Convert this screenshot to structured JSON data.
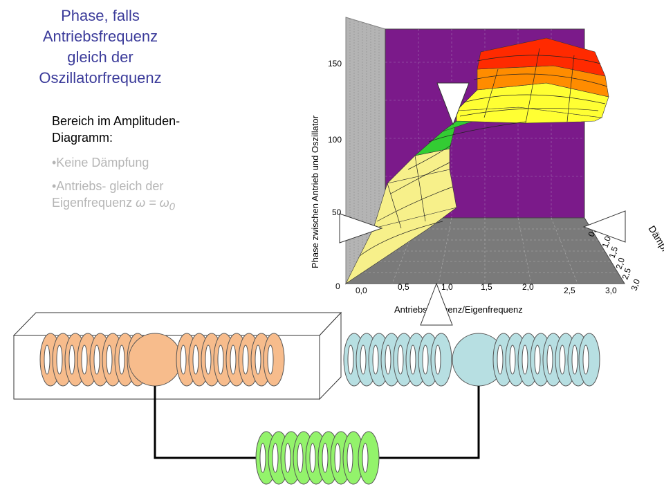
{
  "title_lines": [
    "Phase, falls",
    "Antriebsfrequenz",
    "gleich der",
    "Oszillatorfrequenz"
  ],
  "text_block": {
    "heading_line1": "Bereich im Amplituden-",
    "heading_line2": "Diagramm:",
    "bullet1": "•Keine Dämpfung",
    "bullet2_line1": "•Antriebs- gleich der",
    "bullet2_line2_prefix": "Eigenfrequenz ",
    "bullet2_formula": "ω = ω",
    "bullet2_subscript": "0"
  },
  "plot": {
    "y_label": "Phase zwischen Antrieb und Oszillator",
    "x_label": "Antriebsfrequenz/Eigenfrequenz",
    "z_label": "Dämpfung",
    "y_ticks": [
      "150",
      "100",
      "50",
      "0"
    ],
    "x_ticks": [
      "0,0",
      "0,5",
      "1,0",
      "1,5",
      "2,0",
      "2,5",
      "3,0"
    ],
    "z_ticks": [
      "0,5",
      "1,0",
      "1,5",
      "2,0",
      "2,5",
      "3,0"
    ],
    "colors": {
      "back_wall": "#7b1a8a",
      "floor": "#7a7a7a",
      "side_wall": "#b4b4b4",
      "band_yellow": "#f7f08a",
      "band_green": "#33cc33",
      "band_yellow2": "#ffff33",
      "band_orange": "#ff8c00",
      "band_red": "#ff2a00"
    }
  },
  "coupled_oscillators": {
    "left_spring_color": "#f7bc8c",
    "right_spring_color": "#b7dfe2",
    "coupling_spring_color": "#93f36b"
  }
}
